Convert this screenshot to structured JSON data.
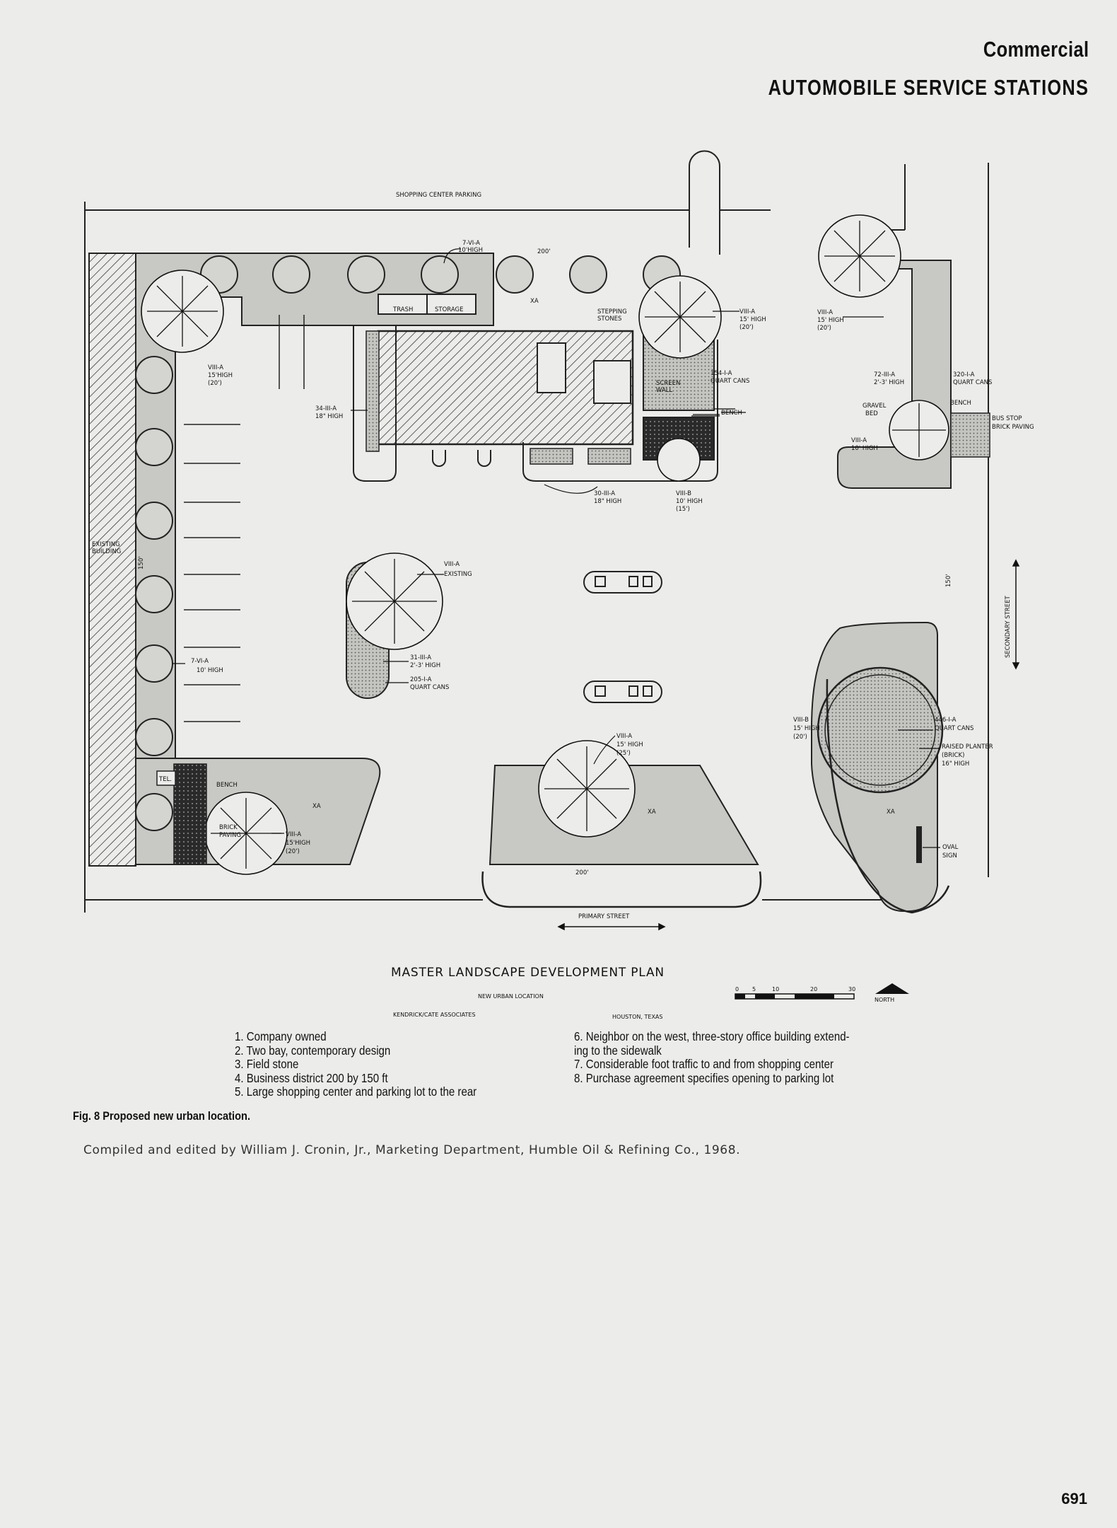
{
  "header": {
    "category": "Commercial",
    "title": "AUTOMOBILE SERVICE STATIONS"
  },
  "plan": {
    "labels": {
      "shopping_parking": "SHOPPING  CENTER  PARKING",
      "dim_top": "200'",
      "dim_bottom": "200'",
      "dim_left": "150'",
      "dim_right": "150'",
      "tree_7via_top": "7-VI-A",
      "tree_7via_top_h": "10'HIGH",
      "xa": "XA",
      "trash": "TRASH",
      "storage": "STORAGE",
      "stepping_1": "STEPPING",
      "stepping_2": "STONES",
      "ne_tree_1": "VIII-A",
      "ne_tree_2": "15' HIGH",
      "ne_tree_3": "(20')",
      "cans_154_1": "154-I-A",
      "cans_154_2": "QUART CANS",
      "screen_wall_1": "SCREEN",
      "screen_wall_2": "WALL",
      "bench_bldg": "BENCH",
      "hedge_34_1": "34-III-A",
      "hedge_34_2": "18\" HIGH",
      "nw_tree_1": "VIII-A",
      "nw_tree_2": "15'HIGH",
      "nw_tree_3": "(20')",
      "hedge_30_1": "30-III-A",
      "hedge_30_2": "18\" HIGH",
      "tree_viiib_1": "VIII-B",
      "tree_viiib_2": "10' HIGH",
      "tree_viiib_3": "(15')",
      "existing_bldg_1": "EXISTING",
      "existing_bldg_2": "BUILDING",
      "island_tree_1": "VIII-A",
      "island_tree_2": "EXISTING",
      "island_31_1": "31-III-A",
      "island_31_2": "2'-3' HIGH",
      "island_205_1": "205-I-A",
      "island_205_2": "QUART CANS",
      "left_tree_1": "7-VI-A",
      "left_tree_2": "10' HIGH",
      "tel": "TEL.",
      "bench_sw": "BENCH",
      "brick_1": "BRICK",
      "brick_2": "PAVING",
      "sw_tree_1": "VIII-A",
      "sw_tree_2": "15'HIGH",
      "sw_tree_3": "(20')",
      "center_tree_1": "VIII-A",
      "center_tree_2": "15' HIGH",
      "center_tree_3": "(25')",
      "se_tree_1": "VIII-B",
      "se_tree_2": "15' HIGH",
      "se_tree_3": "(20')",
      "se_cans_1": "446-I-A",
      "se_cans_2": "QUART CANS",
      "se_planter_1": "RAISED PLANTER",
      "se_planter_2": "(BRICK)",
      "se_planter_3": "16\" HIGH",
      "oval_sign_1": "OVAL",
      "oval_sign_2": "SIGN",
      "secondary_street": "SECONDARY  STREET",
      "primary_street": "PRIMARY  STREET",
      "bus_tree_1": "VIII-A",
      "bus_tree_2": "15' HIGH",
      "bus_tree_3": "(20')",
      "bus_hedge_1": "72-III-A",
      "bus_hedge_2": "2'-3' HIGH",
      "bus_cans_1": "320-I-A",
      "bus_cans_2": "QUART CANS",
      "bus_bench": "BENCH",
      "gravel_1": "GRAVEL",
      "gravel_2": "BED",
      "bus_stop_1": "BUS STOP",
      "bus_stop_2": "BRICK PAVING",
      "bus_tree2_1": "VIII-A",
      "bus_tree2_2": "10' HIGH",
      "plan_title": "MASTER  LANDSCAPE  DEVELOPMENT  PLAN",
      "plan_subtitle": "NEW URBAN  LOCATION",
      "firm": "KENDRICK/CATE ASSOCIATES",
      "city": "HOUSTON, TEXAS",
      "scale_0": "0",
      "scale_5": "5",
      "scale_10": "10",
      "scale_20": "20",
      "scale_30": "30",
      "north": "NORTH"
    }
  },
  "notes_left": [
    "1. Company owned",
    "2. Two bay, contemporary design",
    "3. Field stone",
    "4. Business district 200 by 150 ft",
    "5. Large shopping center and parking lot to the rear"
  ],
  "notes_right": [
    "6. Neighbor on the west, three-story office building extend-",
    "ing to the sidewalk",
    "7. Considerable foot traffic to and from shopping center",
    "8. Purchase agreement specifies opening to parking lot"
  ],
  "caption": "Fig. 8   Proposed new urban location.",
  "credit": "Compiled and edited by William J. Cronin, Jr., Marketing Department, Humble Oil & Refining Co., 1968.",
  "page_number": "691"
}
